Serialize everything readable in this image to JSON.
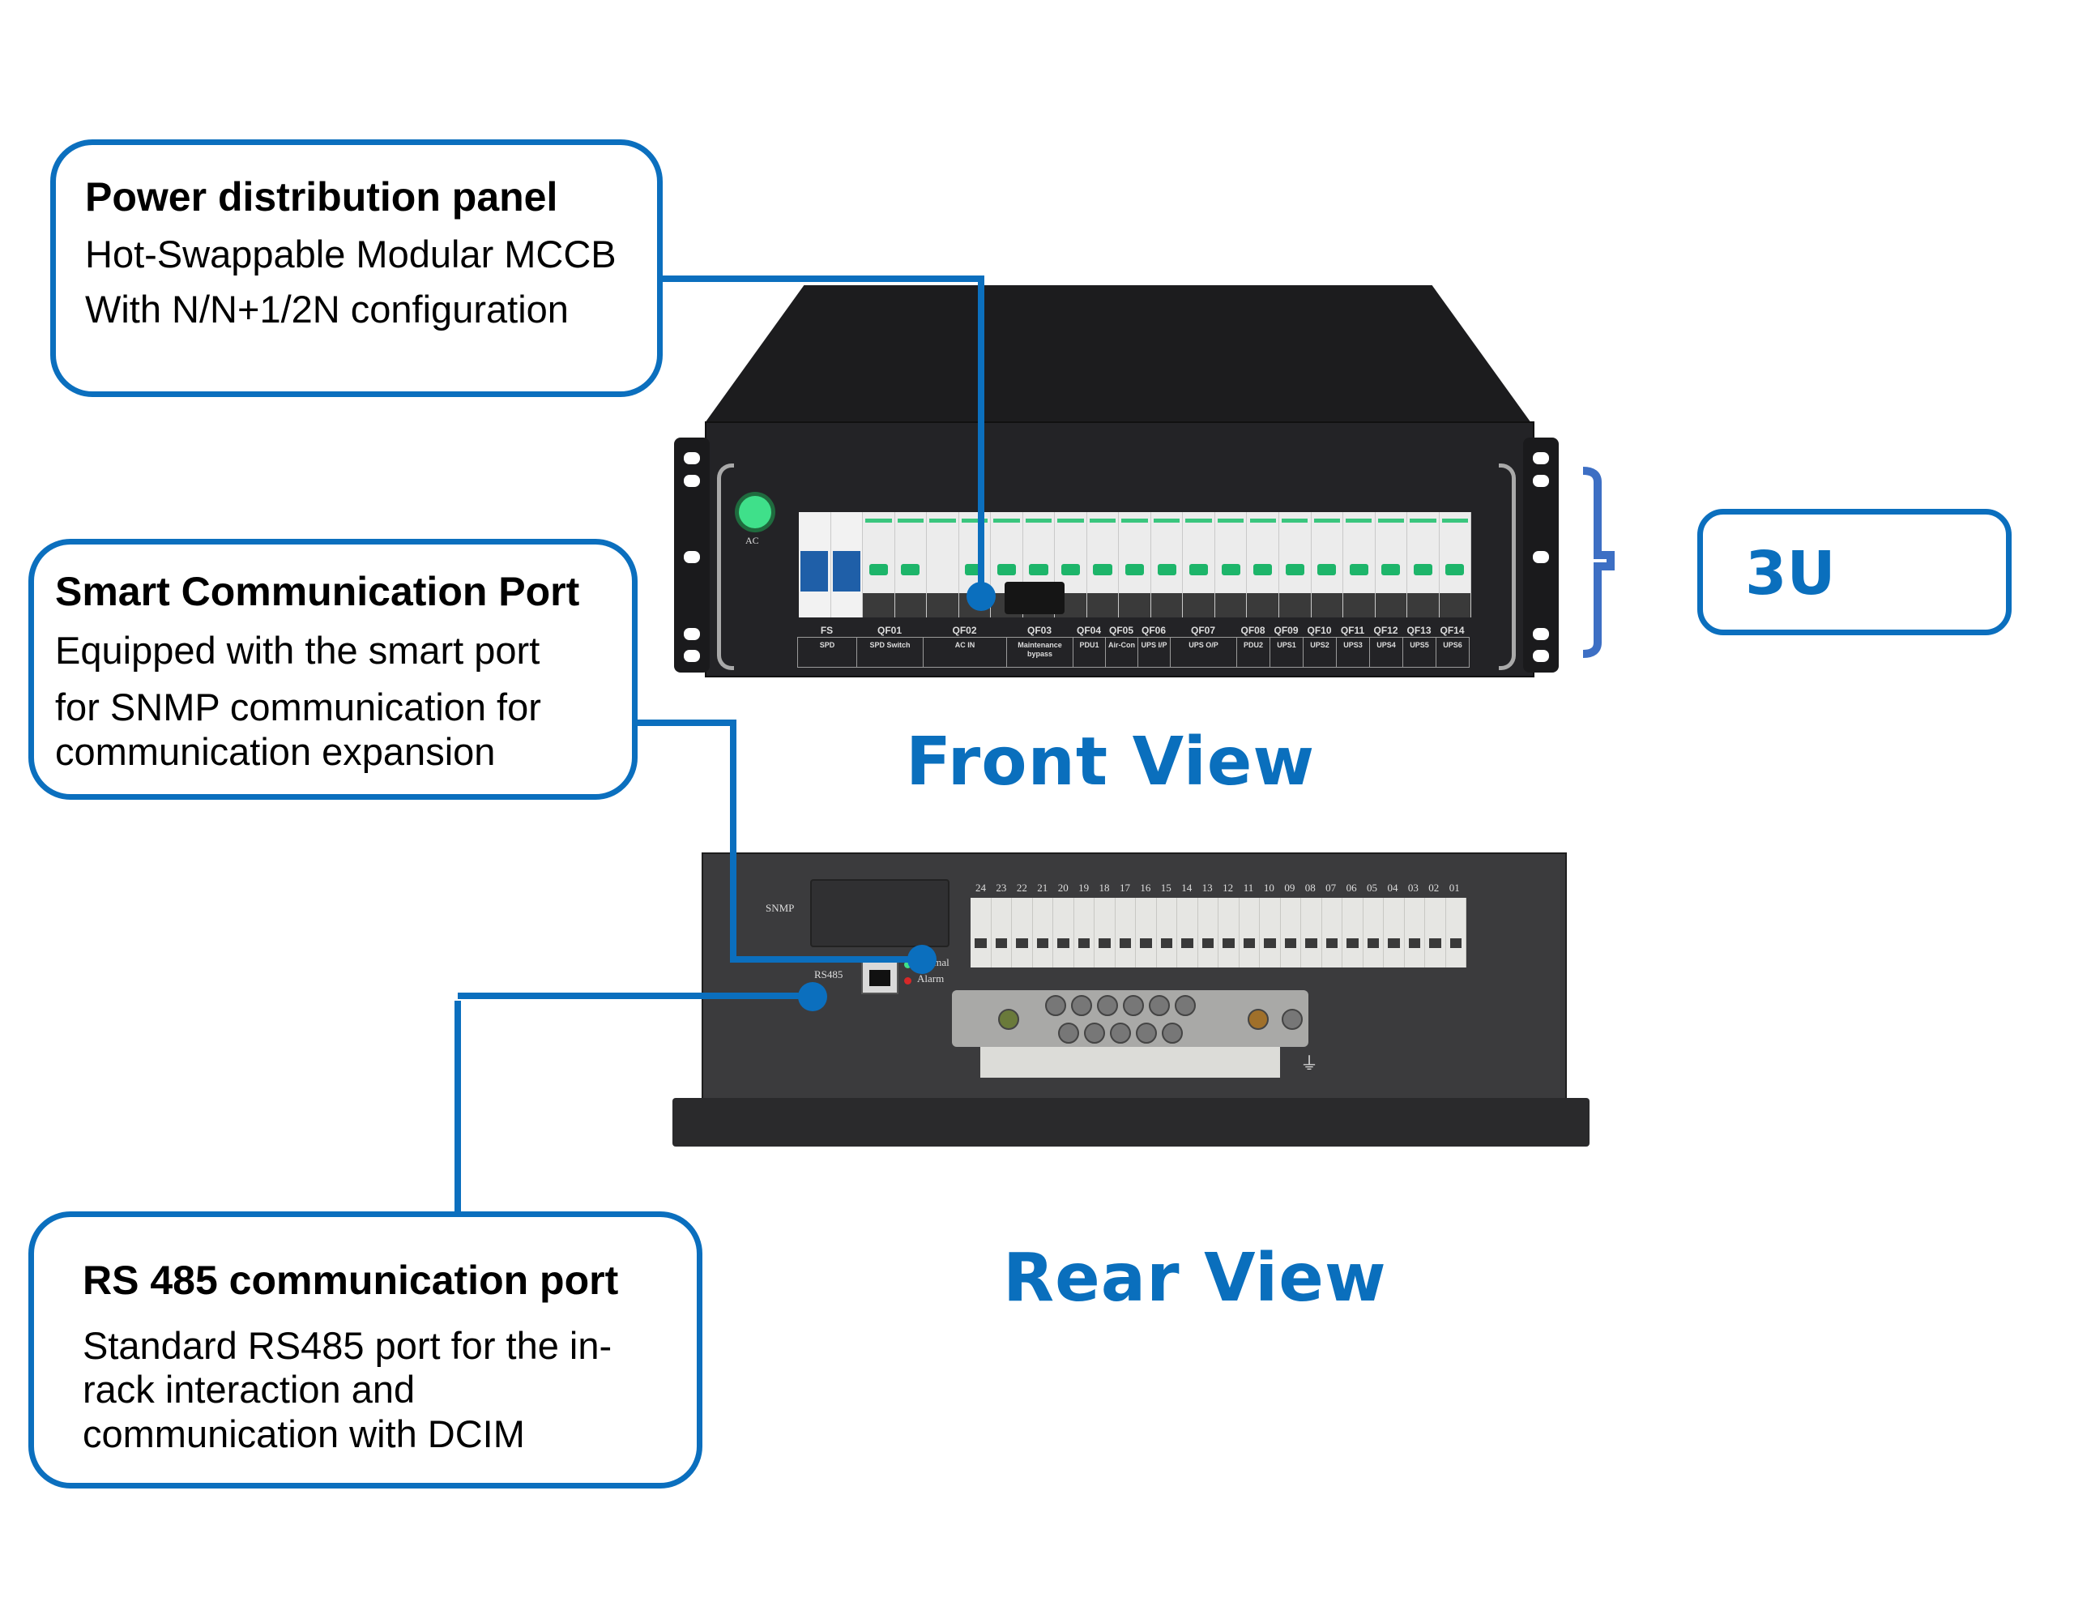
{
  "callouts": {
    "power_panel": {
      "title": "Power distribution panel",
      "lines": [
        "Hot-Swappable Modular MCCB",
        "With N/N+1/2N configuration"
      ]
    },
    "smart_port": {
      "title": "Smart Communication Port",
      "lines": [
        "Equipped with the smart port",
        "for SNMP communication for",
        "communication expansion"
      ]
    },
    "rs485": {
      "title": "RS 485 communication port",
      "lines": [
        "Standard RS485 port for the in-",
        "rack interaction and",
        "communication with DCIM"
      ]
    }
  },
  "height_badge": {
    "label": "3U"
  },
  "views": {
    "front": {
      "title": "Front View"
    },
    "rear": {
      "title": "Rear View"
    }
  },
  "front_panel": {
    "indicator_label": "AC",
    "breaker_labels": [
      {
        "code": "FS",
        "name": "SPD"
      },
      {
        "code": "QF01",
        "name": "SPD Switch"
      },
      {
        "code": "QF02",
        "name": "AC IN"
      },
      {
        "code": "QF03",
        "name": "Maintenance bypass"
      },
      {
        "code": "QF04",
        "name": "PDU1"
      },
      {
        "code": "QF05",
        "name": "Air-Con"
      },
      {
        "code": "QF06",
        "name": "UPS I/P"
      },
      {
        "code": "QF07",
        "name": "UPS O/P"
      },
      {
        "code": "QF08",
        "name": "PDU2"
      },
      {
        "code": "QF09",
        "name": "UPS1"
      },
      {
        "code": "QF10",
        "name": "UPS2"
      },
      {
        "code": "QF11",
        "name": "UPS3"
      },
      {
        "code": "QF12",
        "name": "UPS4"
      },
      {
        "code": "QF13",
        "name": "UPS5"
      },
      {
        "code": "QF14",
        "name": "UPS6"
      }
    ]
  },
  "rear_panel": {
    "snmp_label": "SNMP",
    "rs485_label": "RS485",
    "led_normal_label": "Normal",
    "led_alarm_label": "Alarm",
    "terminal_numbers": [
      "24",
      "23",
      "22",
      "21",
      "20",
      "19",
      "18",
      "17",
      "16",
      "15",
      "14",
      "13",
      "12",
      "11",
      "10",
      "09",
      "08",
      "07",
      "06",
      "05",
      "04",
      "03",
      "02",
      "01"
    ]
  },
  "colors": {
    "accent_blue": "#0b6fbe",
    "title_blue": "#0a6fbd",
    "led_green": "#3fe08a",
    "led_red": "#d62828",
    "device_black": "#232326"
  }
}
